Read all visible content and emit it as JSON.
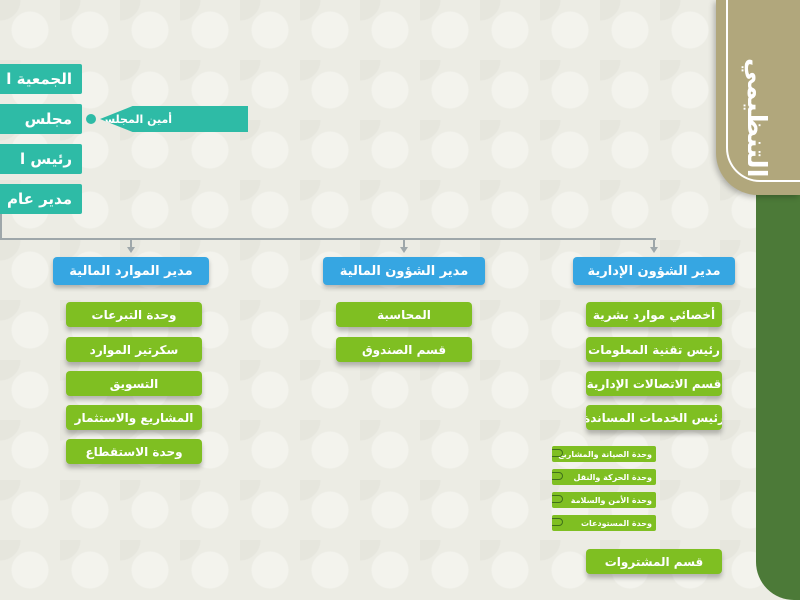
{
  "side_title": "التنظيمي",
  "top_boxes": [
    "الجمعية ا",
    "مجلس",
    "رئيس ا",
    "مدير عام"
  ],
  "board_secretary": "أمين المجلس",
  "departments": [
    {
      "head": "مدير الموارد المالية",
      "items": [
        "وحدة التبرعات",
        "سكرتير الموارد",
        "التسويق",
        "المشاريع والاستثمار",
        "وحدة الاستقطاع"
      ]
    },
    {
      "head": "مدير الشؤون المالية",
      "items": [
        "المحاسبة",
        "قسم الصندوق"
      ]
    },
    {
      "head": "مدير الشؤون الإدارية",
      "items": [
        "أخصائي موارد بشرية",
        "رئيس تقنية المعلومات",
        "قسم الاتصالات الإدارية",
        "رئيس الخدمات المساندة"
      ],
      "sub_units": [
        "وحدة الصيانة والمشاريع",
        "وحدة الحركة والنقل",
        "وحدة الأمن والسلامة",
        "وحدة المستودعات"
      ],
      "last_item": "قسم المشتروات"
    }
  ],
  "colors": {
    "top_box": "#2ebba6",
    "department_head": "#36a6e2",
    "item": "#7fbf22",
    "connector": "#9ea7aa",
    "side_dark": "#4c7a38",
    "side_banner": "#b1a77c"
  }
}
